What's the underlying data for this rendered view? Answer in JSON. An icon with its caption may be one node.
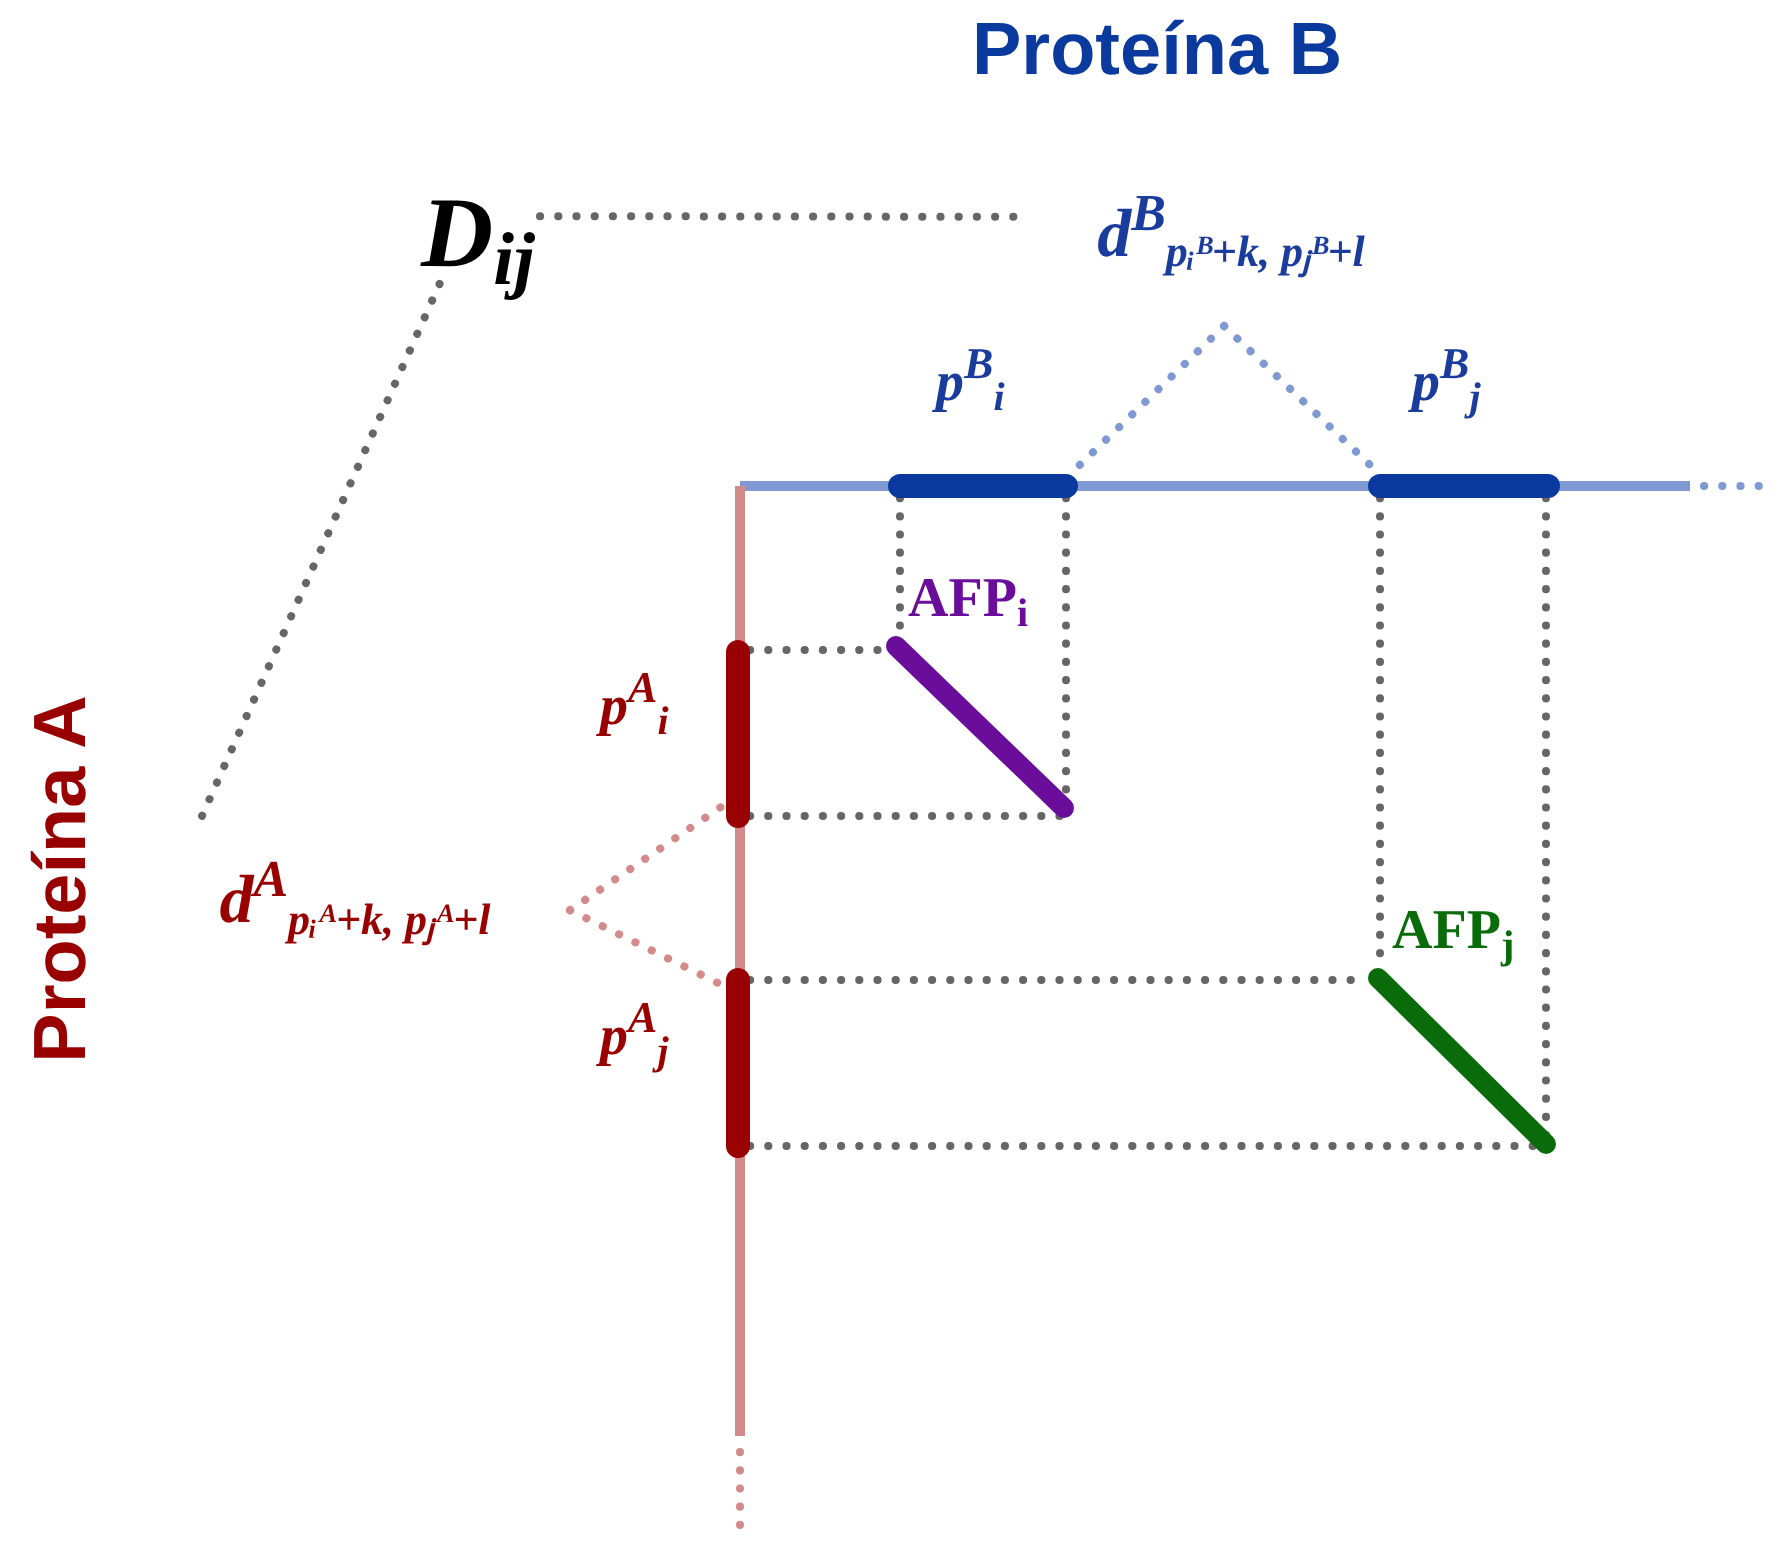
{
  "diagram": {
    "nodes": [
      {
        "text": [
          "D$_{ij}$"
        ]
      },
      {
        "text": [
          "d$^{B}$$_{pᵢᴮ+k, pⱼᴮ+l}$"
        ]
      },
      {
        "text": [],
        "shape": "bar",
        "beside": [
          "p$^{B}$$_{i}$"
        ]
      },
      {
        "text": [],
        "shape": "bar",
        "beside": [
          "p$^{B}$$_{j}$"
        ]
      },
      {
        "text": [],
        "shape": "bar",
        "beside": [
          "p$^{A}$$_{i}$"
        ]
      },
      {
        "text": [],
        "shape": "bar",
        "beside": [
          "p$^{A}$$_{j}$"
        ]
      },
      {
        "text": [
          "d$^{A}$$_{pᵢᴬ+k, pⱼᴬ+l}$"
        ]
      },
      {
        "text": [],
        "shape": "bar",
        "beside": [
          "AFP$_{i}$"
        ]
      },
      {
        "text": [],
        "shape": "bar",
        "beside": [
          "AFP$_{j}$"
        ]
      }
    ],
    "edges": [
      {
        "from": 0,
        "to": 1,
        "arrow": "none",
        "style": "dashed"
      },
      {
        "from": 0,
        "to": 6,
        "arrow": "none",
        "style": "dashed"
      },
      {
        "from": 1,
        "to": 2,
        "arrow": "none",
        "style": "dashed",
        "color": "#7f9ad2"
      },
      {
        "from": 1,
        "to": 3,
        "arrow": "none",
        "style": "dashed",
        "color": "#7f9ad2"
      },
      {
        "from": 6,
        "to": 4,
        "arrow": "none",
        "style": "dashed",
        "color": "#d38a8a"
      },
      {
        "from": 6,
        "to": 5,
        "arrow": "none",
        "style": "dashed",
        "color": "#d38a8a"
      },
      {
        "from": 2,
        "to": 7,
        "arrow": "none",
        "style": "dashed"
      },
      {
        "from": 2,
        "to": 7,
        "arrow": "none",
        "style": "dashed"
      },
      {
        "from": 4,
        "to": 7,
        "arrow": "none",
        "style": "dashed"
      },
      {
        "from": 4,
        "to": 7,
        "arrow": "none",
        "style": "dashed"
      },
      {
        "from": 3,
        "to": 8,
        "arrow": "none",
        "style": "dashed"
      },
      {
        "from": 3,
        "to": 8,
        "arrow": "none",
        "style": "dashed"
      },
      {
        "from": 5,
        "to": 8,
        "arrow": "none",
        "style": "dashed"
      },
      {
        "from": 5,
        "to": 8,
        "arrow": "none",
        "style": "dashed"
      }
    ],
    "labels": [
      "Proteína B",
      "Proteína A"
    ]
  }
}
